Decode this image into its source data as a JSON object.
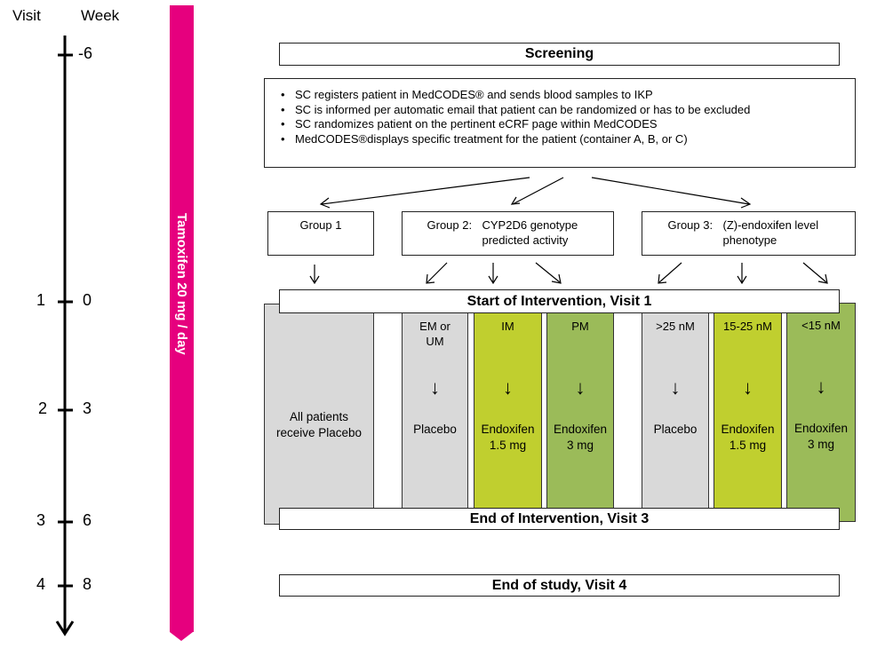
{
  "timeline": {
    "visit_header": "Visit",
    "week_header": "Week",
    "ticks": [
      {
        "visit": "",
        "week": "-6"
      },
      {
        "visit": "1",
        "week": "0"
      },
      {
        "visit": "2",
        "week": "3"
      },
      {
        "visit": "3",
        "week": "6"
      },
      {
        "visit": "4",
        "week": "8"
      }
    ]
  },
  "tamoxifen_bar": {
    "label": "Tamoxifen 20 mg / day",
    "color": "#e6007e"
  },
  "screening": {
    "title": "Screening"
  },
  "info_box": {
    "bullets": [
      "SC registers patient in MedCODES® and sends blood samples to IKP",
      "SC is informed per automatic email that patient can be randomized or has to be excluded",
      "SC randomizes patient on the pertinent eCRF page within MedCODES",
      "MedCODES®displays specific treatment for the patient (container A, B, or C)"
    ]
  },
  "groups": [
    {
      "name": "Group 1",
      "desc_line1": "",
      "desc_line2": ""
    },
    {
      "name": "Group 2:",
      "desc_line1": "CYP2D6 genotype",
      "desc_line2": "predicted activity"
    },
    {
      "name": "Group 3:",
      "desc_line1": "(Z)-endoxifen level",
      "desc_line2": "phenotype"
    }
  ],
  "start_intervention": {
    "title": "Start of Intervention, Visit 1"
  },
  "end_intervention": {
    "title": "End of Intervention, Visit 3"
  },
  "end_study": {
    "title": "End of study, Visit 4"
  },
  "arms": [
    {
      "criterion": "",
      "arrow": "",
      "treatment_line1": "All patients",
      "treatment_line2": "receive Placebo",
      "color": "#d9d9d9"
    },
    {
      "criterion_line1": "EM or",
      "criterion_line2": "UM",
      "arrow": "↓",
      "treatment_line1": "Placebo",
      "treatment_line2": "",
      "color": "#d9d9d9"
    },
    {
      "criterion_line1": "IM",
      "criterion_line2": "",
      "arrow": "↓",
      "treatment_line1": "Endoxifen",
      "treatment_line2": "1.5 mg",
      "color": "#c0cf2f"
    },
    {
      "criterion_line1": "PM",
      "criterion_line2": "",
      "arrow": "↓",
      "treatment_line1": "Endoxifen",
      "treatment_line2": "3 mg",
      "color": "#9bbb59"
    },
    {
      "criterion_line1": ">25 nM",
      "criterion_line2": "",
      "arrow": "↓",
      "treatment_line1": "Placebo",
      "treatment_line2": "",
      "color": "#d9d9d9"
    },
    {
      "criterion_line1": "15-25 nM",
      "criterion_line2": "",
      "arrow": "↓",
      "treatment_line1": "Endoxifen",
      "treatment_line2": "1.5 mg",
      "color": "#c0cf2f"
    },
    {
      "criterion_line1": "<15 nM",
      "criterion_line2": "",
      "arrow": "↓",
      "treatment_line1": "Endoxifen",
      "treatment_line2": "3 mg",
      "color": "#9bbb59"
    }
  ]
}
